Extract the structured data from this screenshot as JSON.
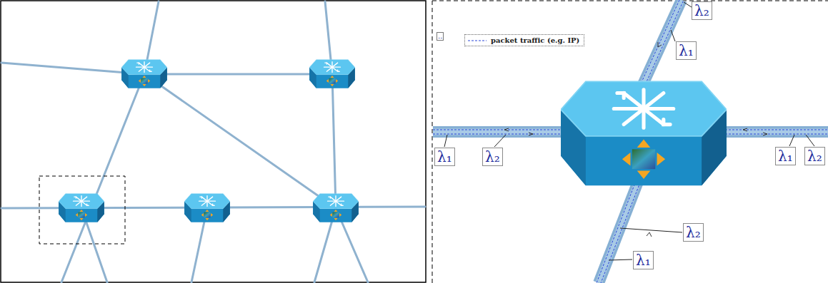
{
  "diagram": {
    "nodes": [
      {
        "text": [
          "λ₂"
        ]
      },
      {
        "text": [
          "λ₁"
        ]
      },
      {
        "text": [
          "λ₁"
        ]
      },
      {
        "text": [
          "λ₂"
        ]
      },
      {
        "text": [
          "λ₁"
        ]
      },
      {
        "text": [
          "λ₂"
        ]
      },
      {
        "text": [
          "λ₂"
        ]
      },
      {
        "text": [
          "λ₁"
        ]
      }
    ],
    "labels": [
      ".."
    ],
    "legend": [
      {
        "text": "packet traffic (e.g. IP)"
      }
    ]
  }
}
